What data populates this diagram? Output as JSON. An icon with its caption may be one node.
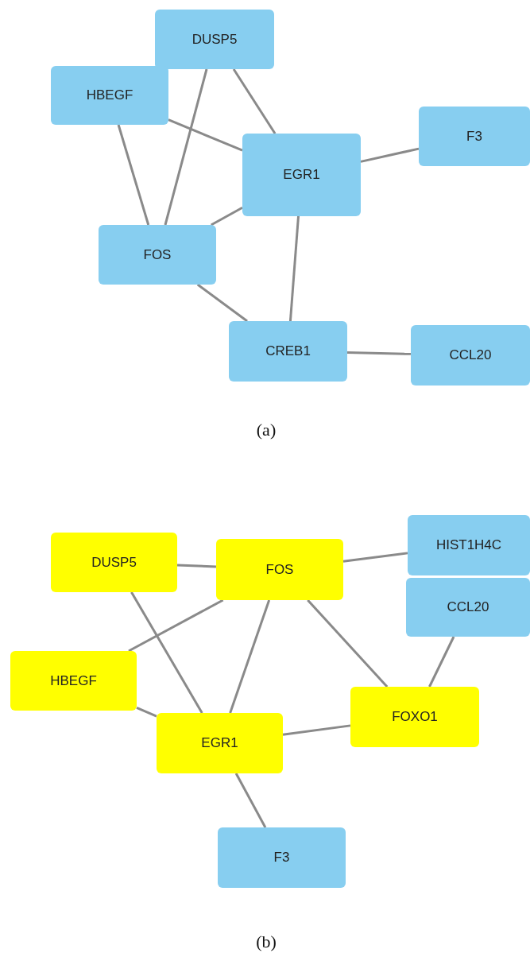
{
  "diagram": {
    "nodes": [
      {
        "text": [
          "DUSP5"
        ]
      },
      {
        "text": [
          "HBEGF"
        ]
      },
      {
        "text": [
          "F3"
        ]
      },
      {
        "text": [
          "EGR1"
        ]
      },
      {
        "text": [
          "FOS"
        ]
      },
      {
        "text": [
          "CREB1"
        ]
      },
      {
        "text": [
          "CCL20"
        ]
      },
      {
        "text": [
          "HIST1H4C"
        ]
      },
      {
        "text": [
          "DUSP5"
        ]
      },
      {
        "text": [
          "FOS"
        ]
      },
      {
        "text": [
          "CCL20"
        ]
      },
      {
        "text": [
          "HBEGF"
        ]
      },
      {
        "text": [
          "FOXO1"
        ]
      },
      {
        "text": [
          "EGR1"
        ]
      },
      {
        "text": [
          "F3"
        ]
      }
    ],
    "edges": [
      {
        "from": 0,
        "to": 3,
        "arrow": "none"
      },
      {
        "from": 0,
        "to": 4,
        "arrow": "none"
      },
      {
        "from": 1,
        "to": 3,
        "arrow": "none"
      },
      {
        "from": 1,
        "to": 4,
        "arrow": "none"
      },
      {
        "from": 2,
        "to": 3,
        "arrow": "none"
      },
      {
        "from": 3,
        "to": 4,
        "arrow": "none"
      },
      {
        "from": 3,
        "to": 5,
        "arrow": "none"
      },
      {
        "from": 4,
        "to": 5,
        "arrow": "none"
      },
      {
        "from": 5,
        "to": 6,
        "arrow": "none"
      },
      {
        "from": 8,
        "to": 9,
        "arrow": "none"
      },
      {
        "from": 8,
        "to": 13,
        "arrow": "none"
      },
      {
        "from": 9,
        "to": 7,
        "arrow": "none"
      },
      {
        "from": 9,
        "to": 11,
        "arrow": "none"
      },
      {
        "from": 9,
        "to": 13,
        "arrow": "none"
      },
      {
        "from": 9,
        "to": 12,
        "arrow": "none"
      },
      {
        "from": 10,
        "to": 12,
        "arrow": "none"
      },
      {
        "from": 11,
        "to": 13,
        "arrow": "none"
      },
      {
        "from": 13,
        "to": 12,
        "arrow": "none"
      },
      {
        "from": 13,
        "to": 14,
        "arrow": "none"
      }
    ],
    "labels": [
      "(a)",
      "(b)"
    ]
  }
}
